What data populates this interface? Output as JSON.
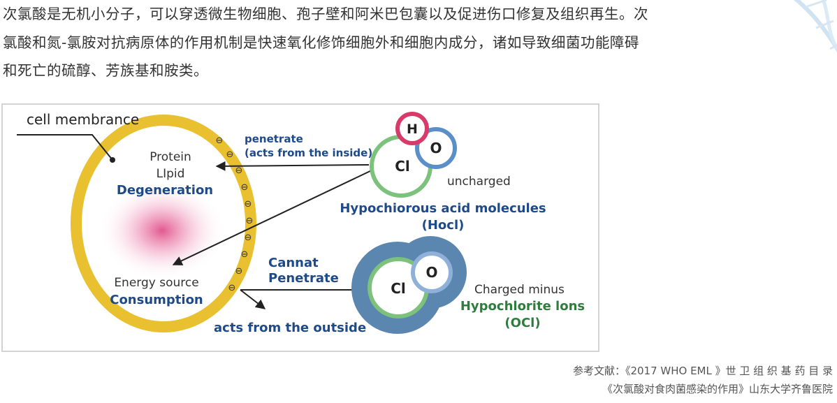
{
  "paragraph": [
    "次氯酸是无机小分子，可以穿透微生物细胞、孢子壁和阿米巴包囊以及促进伤口修复及组织再生。次",
    "氯酸和氮-氯胺对抗病原体的作用机制是快速氧化修饰细胞外和细胞内成分，诸如导致细菌功能障碍",
    "和死亡的硫醇、芳族基和胺类。"
  ],
  "diagram": {
    "cell_membrance": "cell membrance",
    "protein": "Protein",
    "lipid": "LIpid",
    "degeneration": "Degeneration",
    "energy_source": "Energy source",
    "consumption": "Consumption",
    "penetrate": "penetrate",
    "acts_inside": "(acts from the inside)",
    "cannat": "Cannat",
    "penetrate2": "Penetrate",
    "acts_outside": "acts from the outside",
    "atom_h": "H",
    "atom_o1": "O",
    "atom_cl1": "Cl",
    "uncharged": "uncharged",
    "hocl_title": "Hypochiorous acid molecules",
    "hocl_abbr": "(Hocl)",
    "atom_cl2": "Cl",
    "atom_o2": "O",
    "charged_minus": "Charged minus",
    "ocl_title": "Hypochlorite lons",
    "ocl_abbr": "(OCl)",
    "minus": "⊖",
    "colors": {
      "membrane": "#e8c030",
      "blue_text": "#1f4a8a",
      "green_text": "#2e7d3e",
      "h_atom": "#d83a6a",
      "cl_atom": "#7cc27c",
      "o_atom": "#5a8fc8",
      "ion_halo": "#5b86b0",
      "center_glow": "#e0508a"
    }
  },
  "references": [
    "参考文献：《2017 WHO EML 》世 卫 组 织 基 药 目 录",
    "《次氯酸对食肉菌感染的作用》山东大学齐鲁医院"
  ]
}
